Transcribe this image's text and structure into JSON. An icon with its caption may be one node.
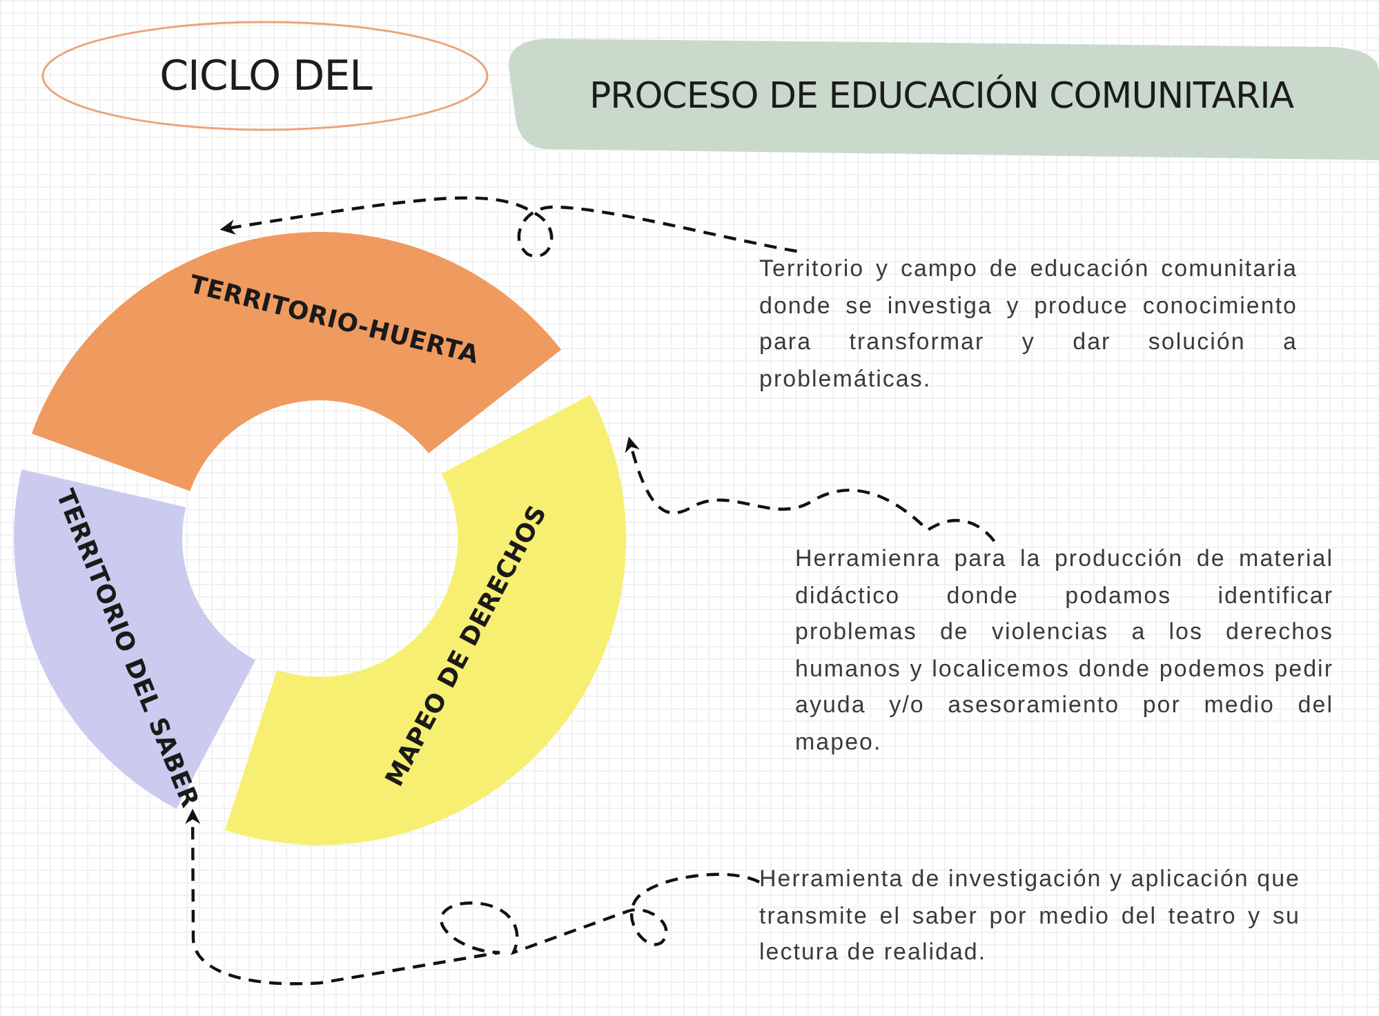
{
  "diagram": {
    "nodes": [
      {
        "text": [
          "CICLO DEL"
        ]
      },
      {
        "text": [
          "PROCESO DE EDUCACIÓN COMUNITARIA"
        ]
      },
      {
        "text": [
          "TERRITORIO-HUERTA"
        ]
      },
      {
        "text": [
          "MAPEO DE DERECHOS"
        ]
      },
      {
        "text": [
          "TERRITORIO DEL SABER"
        ]
      },
      {
        "text": [
          "Territorio y campo de educación comunitaria donde se investiga y produce conocimiento para transformar y dar solución a problemáticas."
        ]
      },
      {
        "text": [
          "Herramienra para la producción de material didáctico donde podamos identificar problemas de violencias a los derechos humanos y localicemos donde podemos pedir ayuda y/o asesoramiento por medio del mapeo."
        ]
      },
      {
        "text": [
          "Herramienta de investigación y aplicación que transmite el saber por medio del teatro y su lectura de realidad."
        ]
      }
    ],
    "edges": [
      {
        "from": 5,
        "to": 2,
        "arrow": "to",
        "style": "dashed"
      },
      {
        "from": 6,
        "to": 3,
        "arrow": "to",
        "style": "dashed"
      },
      {
        "from": 7,
        "to": 4,
        "arrow": "to",
        "style": "dashed"
      }
    ]
  }
}
